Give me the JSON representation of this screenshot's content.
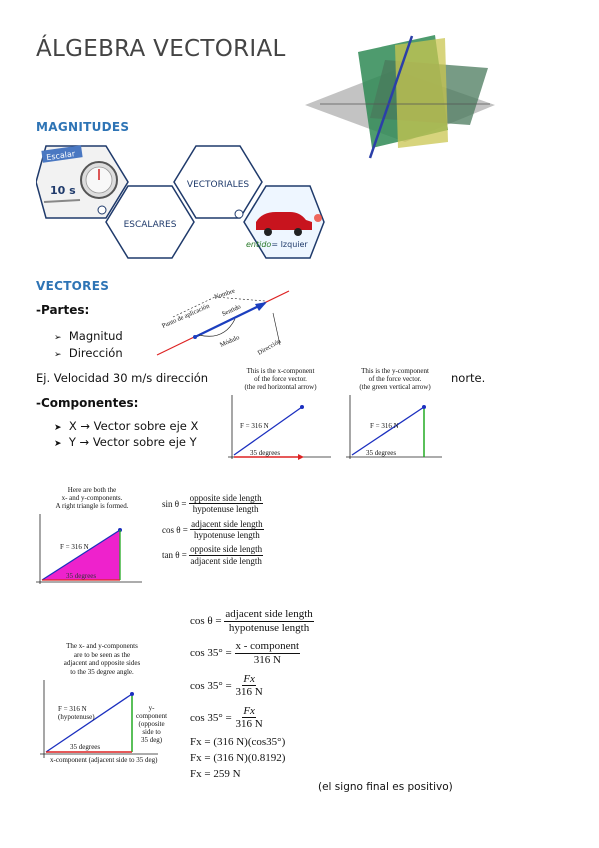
{
  "page": {
    "title": "ÁLGEBRA VECTORIAL",
    "sections": {
      "magnitudes": "MAGNITUDES",
      "vectores": "VECTORES"
    },
    "hexagons": {
      "escalar_tag": "Escalar",
      "escalar_value": "10 s",
      "escalares": "ESCALARES",
      "vectoriales": "VECTORIALES",
      "sentido_prefix": "entido",
      "sentido_value": "= Izquier"
    },
    "partes": {
      "heading": "-Partes:",
      "items": [
        "Magnitud",
        "Dirección"
      ]
    },
    "vector_diagram": {
      "labels": [
        "Punto de aplicación",
        "Nombre",
        "Sentido",
        "Módulo",
        "Dirección"
      ]
    },
    "ejemplo": {
      "text": "Ej. Velocidad 30 m/s dirección",
      "tail": "norte."
    },
    "componentes": {
      "heading": "-Componentes:",
      "items": [
        "X → Vector sobre eje X",
        "Y → Vector sobre eje Y"
      ]
    },
    "figures": {
      "xcomp": {
        "caption": [
          "This is the x-component",
          "of the force vector.",
          "(the red horizontal arrow)"
        ],
        "force": "F = 316 N",
        "angle": "35 degrees"
      },
      "ycomp": {
        "caption": [
          "This is the y-component",
          "of the force vector.",
          "(the green vertical arrow)"
        ],
        "force": "F = 316 N",
        "angle": "35 degrees"
      },
      "triangle": {
        "caption": [
          "Here are both the",
          "x- and y-components.",
          "A right triangle is formed."
        ],
        "force": "F = 316 N",
        "angle": "35 degrees"
      },
      "sides": {
        "caption": [
          "The x- and y-components",
          "are to be seen as the",
          "adjacent and opposite sides",
          "to the 35 degree angle."
        ],
        "force": "F = 316 N",
        "hyp": "(hypotenuse)",
        "ycomp": [
          "y-",
          "component",
          "(opposite",
          "side to",
          "35 deg)"
        ],
        "angle": "35 degrees",
        "xcomp": "x-component (adjacent side to 35 deg)"
      }
    },
    "trig": {
      "sin_lhs": "sin θ =",
      "sin_num": "opposite side length",
      "sin_den": "hypotenuse length",
      "cos_lhs": "cos θ =",
      "cos_num": "adjacent side length",
      "cos_den": "hypotenuse length",
      "tan_lhs": "tan θ =",
      "tan_num": "opposite side length",
      "tan_den": "adjacent side length"
    },
    "solution": {
      "cos_lhs": "cos θ =",
      "cos_num": "adjacent side length",
      "cos_den": "hypotenuse length",
      "eq1_lhs": "cos 35° =",
      "eq1_num": "x - component",
      "eq1_den": "316 N",
      "eq2_lhs": "cos 35° =",
      "eq2_num": "Fx",
      "eq2_den": "316 N",
      "eq3_lhs": "cos 35° =",
      "eq3_num": "Fx",
      "eq3_den": "316 N",
      "eq4": "Fx = (316 N)(cos35°)",
      "eq5": "Fx = (316 N)(0.8192)",
      "eq6": "Fx = 259 N",
      "note": "(el signo final es positivo)"
    }
  }
}
